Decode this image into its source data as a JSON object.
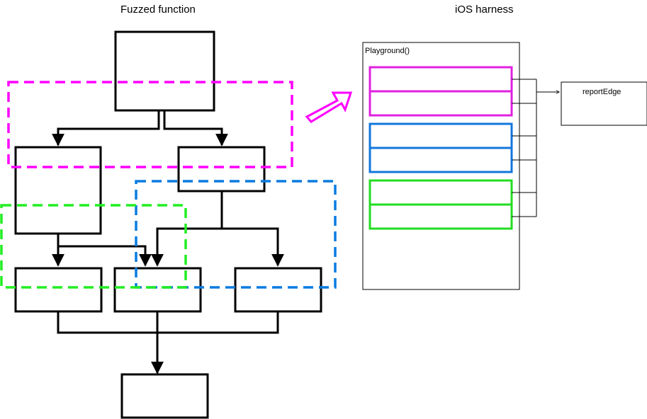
{
  "titles": {
    "left": "Fuzzed function",
    "right": "iOS harness"
  },
  "harness": {
    "container_label": "Playground()",
    "report_label": "reportEdge"
  },
  "colors": {
    "magenta": "#ff00ff",
    "blue": "#0a7be0",
    "green": "#22ee22",
    "black": "#000000",
    "outline_magenta_right": "#e020e0",
    "outline_blue_right": "#1177dd",
    "outline_green_right": "#22dd22"
  },
  "icons": {
    "transfer_arrow": "hollow-arrow-icon"
  }
}
